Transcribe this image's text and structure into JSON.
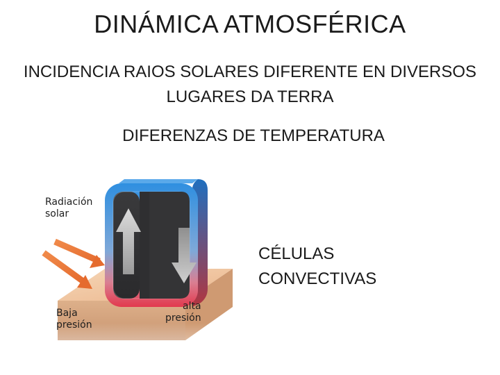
{
  "slide": {
    "title": "DINÁMICA ATMOSFÉRICA",
    "subtitle_lines": [
      "INCIDENCIA RAIOS SOLARES DIFERENTE EN DIVERSOS",
      "LUGARES DA TERRA"
    ],
    "temperature_text": "DIFERENZAS DE TEMPERATURA",
    "cells_lines": [
      "CÉLULAS",
      "CONVECTIVAS"
    ]
  },
  "diagram": {
    "radiation_lines": [
      "Radiación",
      "solar"
    ],
    "low_pressure_lines": [
      "Baja",
      "presión"
    ],
    "high_pressure_lines": [
      "alta",
      "presión"
    ]
  },
  "colors": {
    "warm_red": "#e23a4e",
    "cool_blue": "#2f8fe0",
    "ray_orange": "#ea7a3c",
    "ground": "#f2c8a2"
  }
}
